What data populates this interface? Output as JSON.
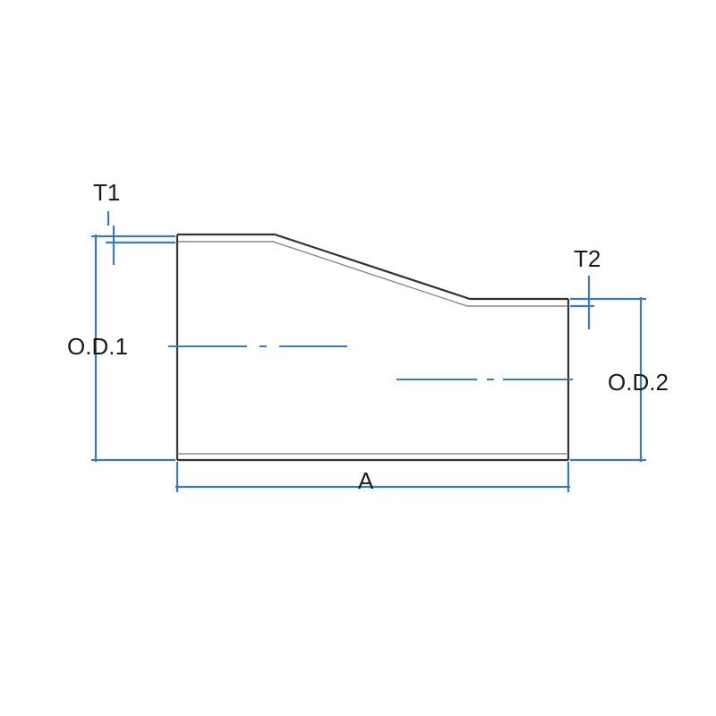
{
  "labels": {
    "t1": "T1",
    "t2": "T2",
    "od1": "O.D.1",
    "od2": "O.D.2",
    "a": "A"
  },
  "colors": {
    "outline": "#333333",
    "dimension": "#3a78c2",
    "text": "#1a1a1a",
    "background": "#ffffff"
  }
}
